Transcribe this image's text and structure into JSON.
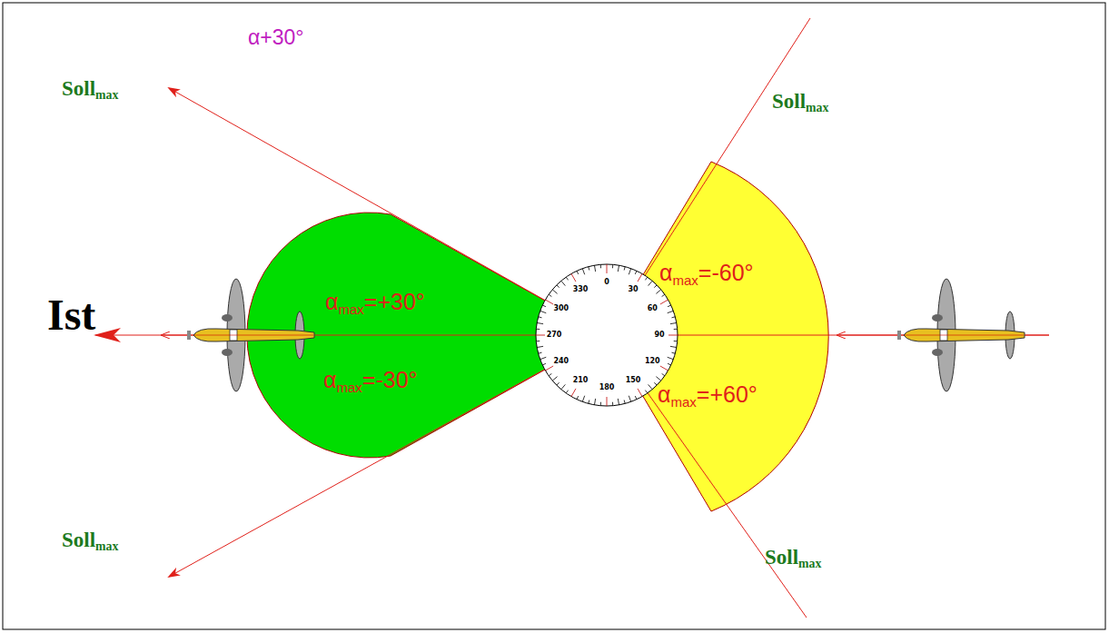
{
  "diagram": {
    "labels": [
      "Soll",
      "max",
      "α+30°",
      "Soll",
      "max",
      "α",
      "max",
      "=-60°",
      "Ist",
      "α",
      "max",
      "=+30°",
      "α",
      "max",
      "=-30°",
      "α",
      "max",
      "=+60°",
      "Soll",
      "max",
      "Soll",
      "max",
      "0",
      "30",
      "60",
      "90",
      "120",
      "150",
      "180",
      "210",
      "240",
      "270",
      "300",
      "330"
    ]
  }
}
